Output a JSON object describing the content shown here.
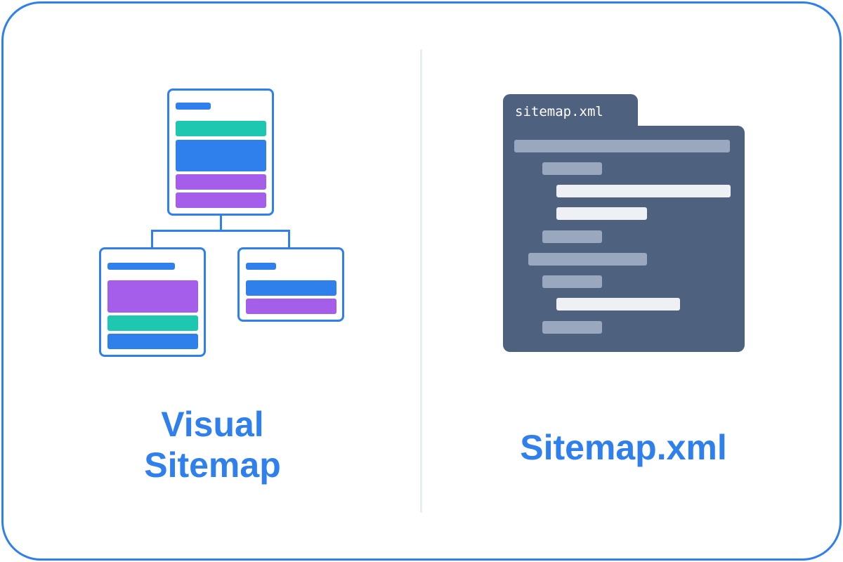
{
  "left": {
    "caption_line1": "Visual",
    "caption_line2": "Sitemap"
  },
  "right": {
    "file_tab_label": "sitemap.xml",
    "caption": "Sitemap.xml"
  },
  "colors": {
    "accent": "#2f80ed",
    "teal": "#1ec8b0",
    "purple": "#a55eea",
    "file_bg": "#4e617e",
    "xml_tag_line": "#9aa8bf",
    "xml_value_line": "#eef0f4",
    "divider": "#e9eef5"
  }
}
